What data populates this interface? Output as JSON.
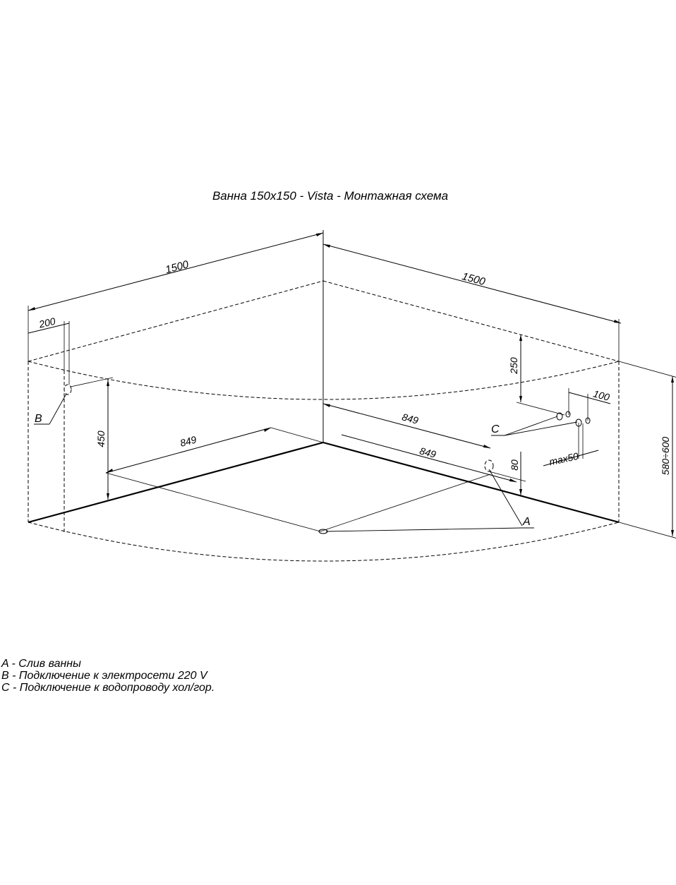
{
  "title": "Ванна 150х150 - Vista - Монтажная схема",
  "dimensions": {
    "top_left_width": "1500",
    "top_right_width": "1500",
    "left_offset": "200",
    "b_height": "450",
    "c_height": "250",
    "c_spacing": "100",
    "c_max": "max50",
    "a_height": "80",
    "total_height": "580÷600",
    "drain_left": "849",
    "drain_right": "849",
    "drain_back": "849"
  },
  "labels": {
    "a": "A",
    "b": "B",
    "c": "C"
  },
  "legend": [
    "A - Слив ванны",
    "B - Подключение к электросети 220 V",
    "C - Подключение к водопроводу хол/гор."
  ]
}
